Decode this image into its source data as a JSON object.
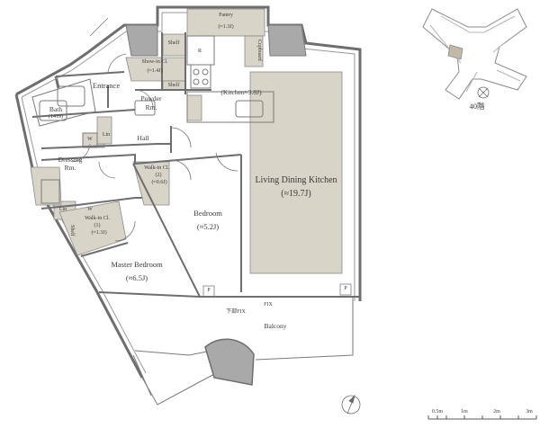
{
  "floor_label": "40階",
  "rooms": {
    "pantry": {
      "name": "Pantry",
      "area": "(≈1.3J)"
    },
    "shelf_top": "Shelf",
    "shelf_small": "Shelf",
    "fridge": "R",
    "cupboard": "Cupboard",
    "showin": {
      "name": "Show-in Cl.",
      "area": "(≈1.4J)"
    },
    "entrance": "Entrance",
    "powder": {
      "line1": "Powder",
      "line2": "Rm."
    },
    "kitchen": "(Kitchen≈3.8J)",
    "bath": {
      "name": "Bath",
      "size": "(1418)"
    },
    "washer": "W",
    "linen_small": "Lin",
    "hall": "Hall",
    "dressing": {
      "line1": "Dressing",
      "line2": "Rm."
    },
    "wic2": {
      "name": "Walk-in Cl.",
      "num": "(2)",
      "area": "(≈0.6J)"
    },
    "ldk": {
      "name": "Living Dining Kitchen",
      "area": "(≈19.7J)"
    },
    "bedroom": {
      "name": "Bedroom",
      "area": "(≈5.2J)"
    },
    "lin": "Lin",
    "wic1": {
      "name": "Walk-in Cl.",
      "num": "(1)",
      "area": "(≈1.3J)"
    },
    "shelf_wic1": "Shelf",
    "w_wic1": "W",
    "master": {
      "name": "Master Bedroom",
      "area": "(≈6.5J)"
    },
    "pipe1": "P",
    "pipe2": "P",
    "fix1": "下部FIX",
    "fix2": "FIX",
    "balcony": "Balcony"
  },
  "scale": {
    "ticks": [
      "0.5m",
      "1m",
      "2m",
      "3m"
    ]
  },
  "icons": [
    "north-arrow-icon",
    "compass-icon"
  ],
  "colors": {
    "wall": "#6e6e6e",
    "fill": "#d9d4c8",
    "column": "#a9a9a9",
    "line": "#7a7a7a"
  }
}
